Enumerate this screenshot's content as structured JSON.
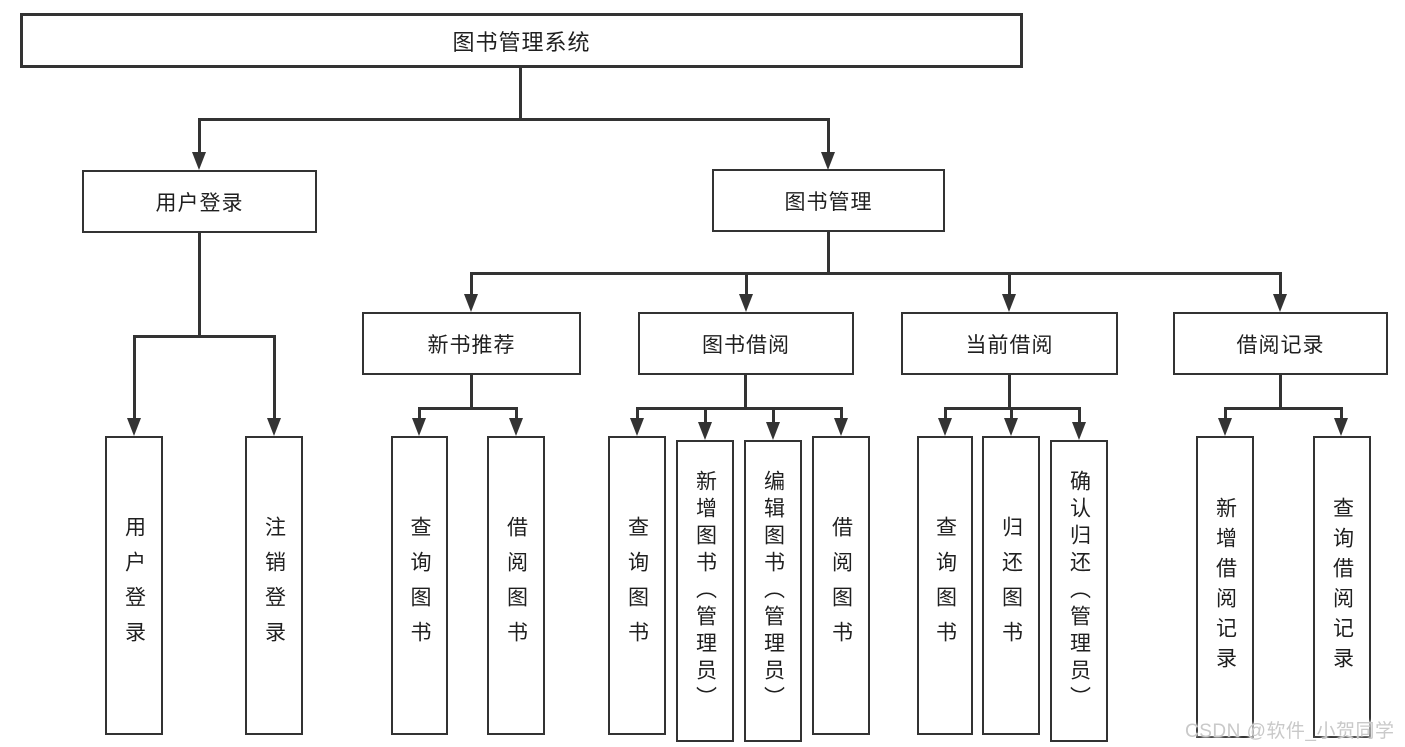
{
  "title": "图书管理系统",
  "tree": {
    "label": "图书管理系统",
    "children": [
      {
        "label": "用户登录",
        "children": [
          {
            "label": "用户登录"
          },
          {
            "label": "注销登录"
          }
        ]
      },
      {
        "label": "图书管理",
        "children": [
          {
            "label": "新书推荐",
            "children": [
              {
                "label": "查询图书"
              },
              {
                "label": "借阅图书"
              }
            ]
          },
          {
            "label": "图书借阅",
            "children": [
              {
                "label": "查询图书"
              },
              {
                "label": "新增图书（管理员）"
              },
              {
                "label": "编辑图书（管理员）"
              },
              {
                "label": "借阅图书"
              }
            ]
          },
          {
            "label": "当前借阅",
            "children": [
              {
                "label": "查询图书"
              },
              {
                "label": "归还图书"
              },
              {
                "label": "确认归还（管理员）"
              }
            ]
          },
          {
            "label": "借阅记录",
            "children": [
              {
                "label": "新增借阅记录"
              },
              {
                "label": "查询借阅记录"
              }
            ]
          }
        ]
      }
    ]
  },
  "watermark": {
    "text": "CSDN @软件_小贺同学"
  },
  "colors": {
    "line": "#333333",
    "text": "#1f1f1f",
    "watermark": "#c9c9c9",
    "background": "#ffffff"
  }
}
